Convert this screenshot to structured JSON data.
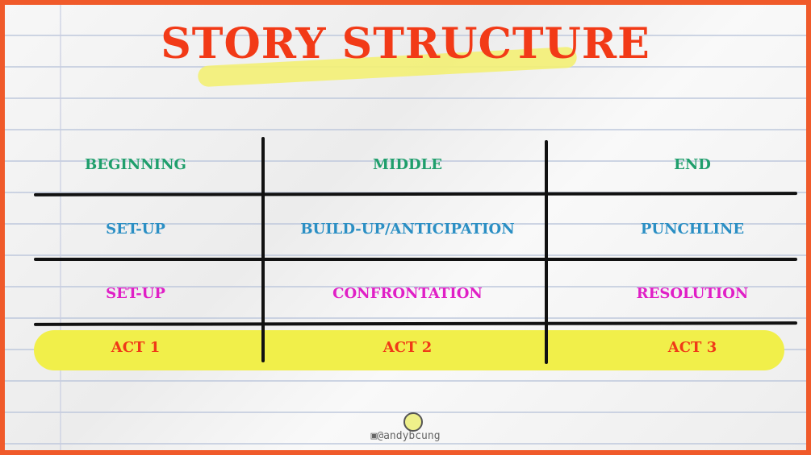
{
  "title": "STORY STRUCTURE",
  "rows": [
    {
      "cells": [
        "BEGINNING",
        "MIDDLE",
        "END"
      ],
      "color": "#1f9e6c"
    },
    {
      "cells": [
        "SET-UP",
        "BUILD-UP/ANTICIPATION",
        "PUNCHLINE"
      ],
      "color": "#2b8fc4"
    },
    {
      "cells": [
        "SET-UP",
        "CONFRONTATION",
        "RESOLUTION"
      ],
      "color": "#e01fc6"
    },
    {
      "cells": [
        "ACT 1",
        "ACT 2",
        "ACT 3"
      ],
      "color": "#f03a17"
    }
  ],
  "footer": {
    "icon": "instagram-icon",
    "handle": "@andybcung"
  },
  "colors": {
    "border": "#f05a2a",
    "highlight": "#f1ef4a"
  }
}
